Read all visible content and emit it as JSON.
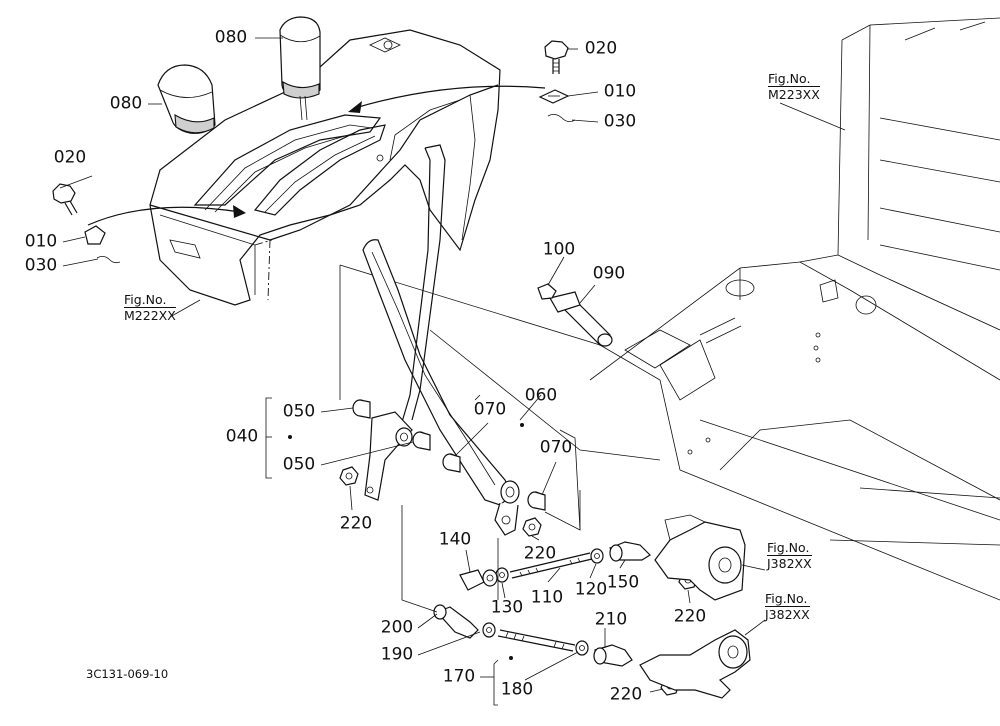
{
  "diagram_code": "3C131-069-10",
  "figure_references": [
    {
      "label": "Fig.No.",
      "number": "M223XX"
    },
    {
      "label": "Fig.No.",
      "number": "M222XX"
    },
    {
      "label": "Fig.No.",
      "number": "J382XX"
    },
    {
      "label": "Fig.No.",
      "number": "J382XX"
    }
  ],
  "part_callouts": [
    "080",
    "080",
    "020",
    "010",
    "030",
    "020",
    "010",
    "030",
    "100",
    "090",
    "060",
    "050",
    "040",
    "050",
    "070",
    "070",
    "220",
    "220",
    "140",
    "130",
    "110",
    "120",
    "150",
    "220",
    "200",
    "190",
    "210",
    "170",
    "180",
    "220"
  ]
}
